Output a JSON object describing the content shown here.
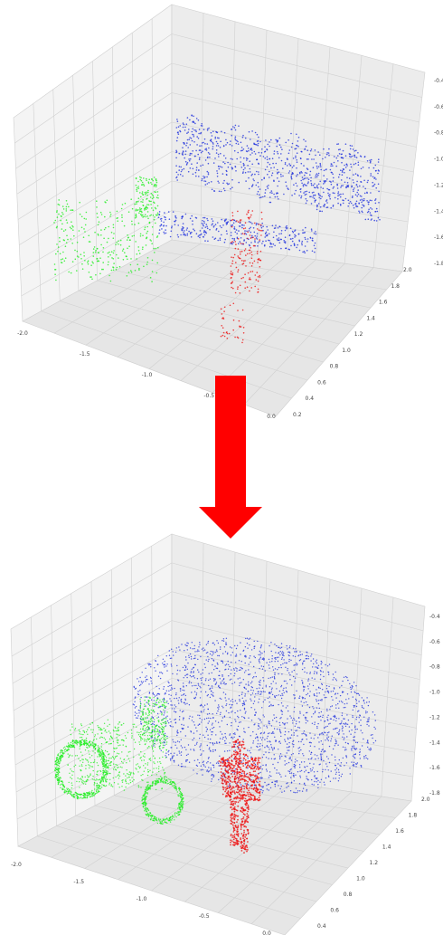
{
  "colors": {
    "car": "#2233dd",
    "motorcycle": "#22ee22",
    "person": "#ee1111",
    "arrow": "#ff0000",
    "grid": "#d0d0d0",
    "pane": "#f4f4f4"
  },
  "top_plot": {
    "x_ticks": [
      "-2.0",
      "-1.5",
      "-1.0",
      "-0.5",
      "0.0"
    ],
    "y_ticks": [
      "0.2",
      "0.4",
      "0.6",
      "0.8",
      "1.0",
      "1.2",
      "1.4",
      "1.6",
      "1.8",
      "2.0"
    ],
    "z_ticks": [
      "-0.4",
      "-0.6",
      "-0.8",
      "-1.0",
      "-1.2",
      "-1.4",
      "-1.6",
      "-1.8"
    ]
  },
  "bottom_plot": {
    "x_ticks": [
      "-2.0",
      "-1.5",
      "-1.0",
      "-0.5",
      "0.0"
    ],
    "y_ticks": [
      "0.4",
      "0.6",
      "0.8",
      "1.0",
      "1.2",
      "1.4",
      "1.6",
      "1.8",
      "2.0"
    ],
    "z_ticks": [
      "-0.4",
      "-0.6",
      "-0.8",
      "-1.0",
      "-1.2",
      "-1.4",
      "-1.6",
      "-1.8"
    ]
  },
  "arrow": {
    "direction": "down"
  },
  "icons": {
    "arrow": "down-arrow-icon"
  }
}
